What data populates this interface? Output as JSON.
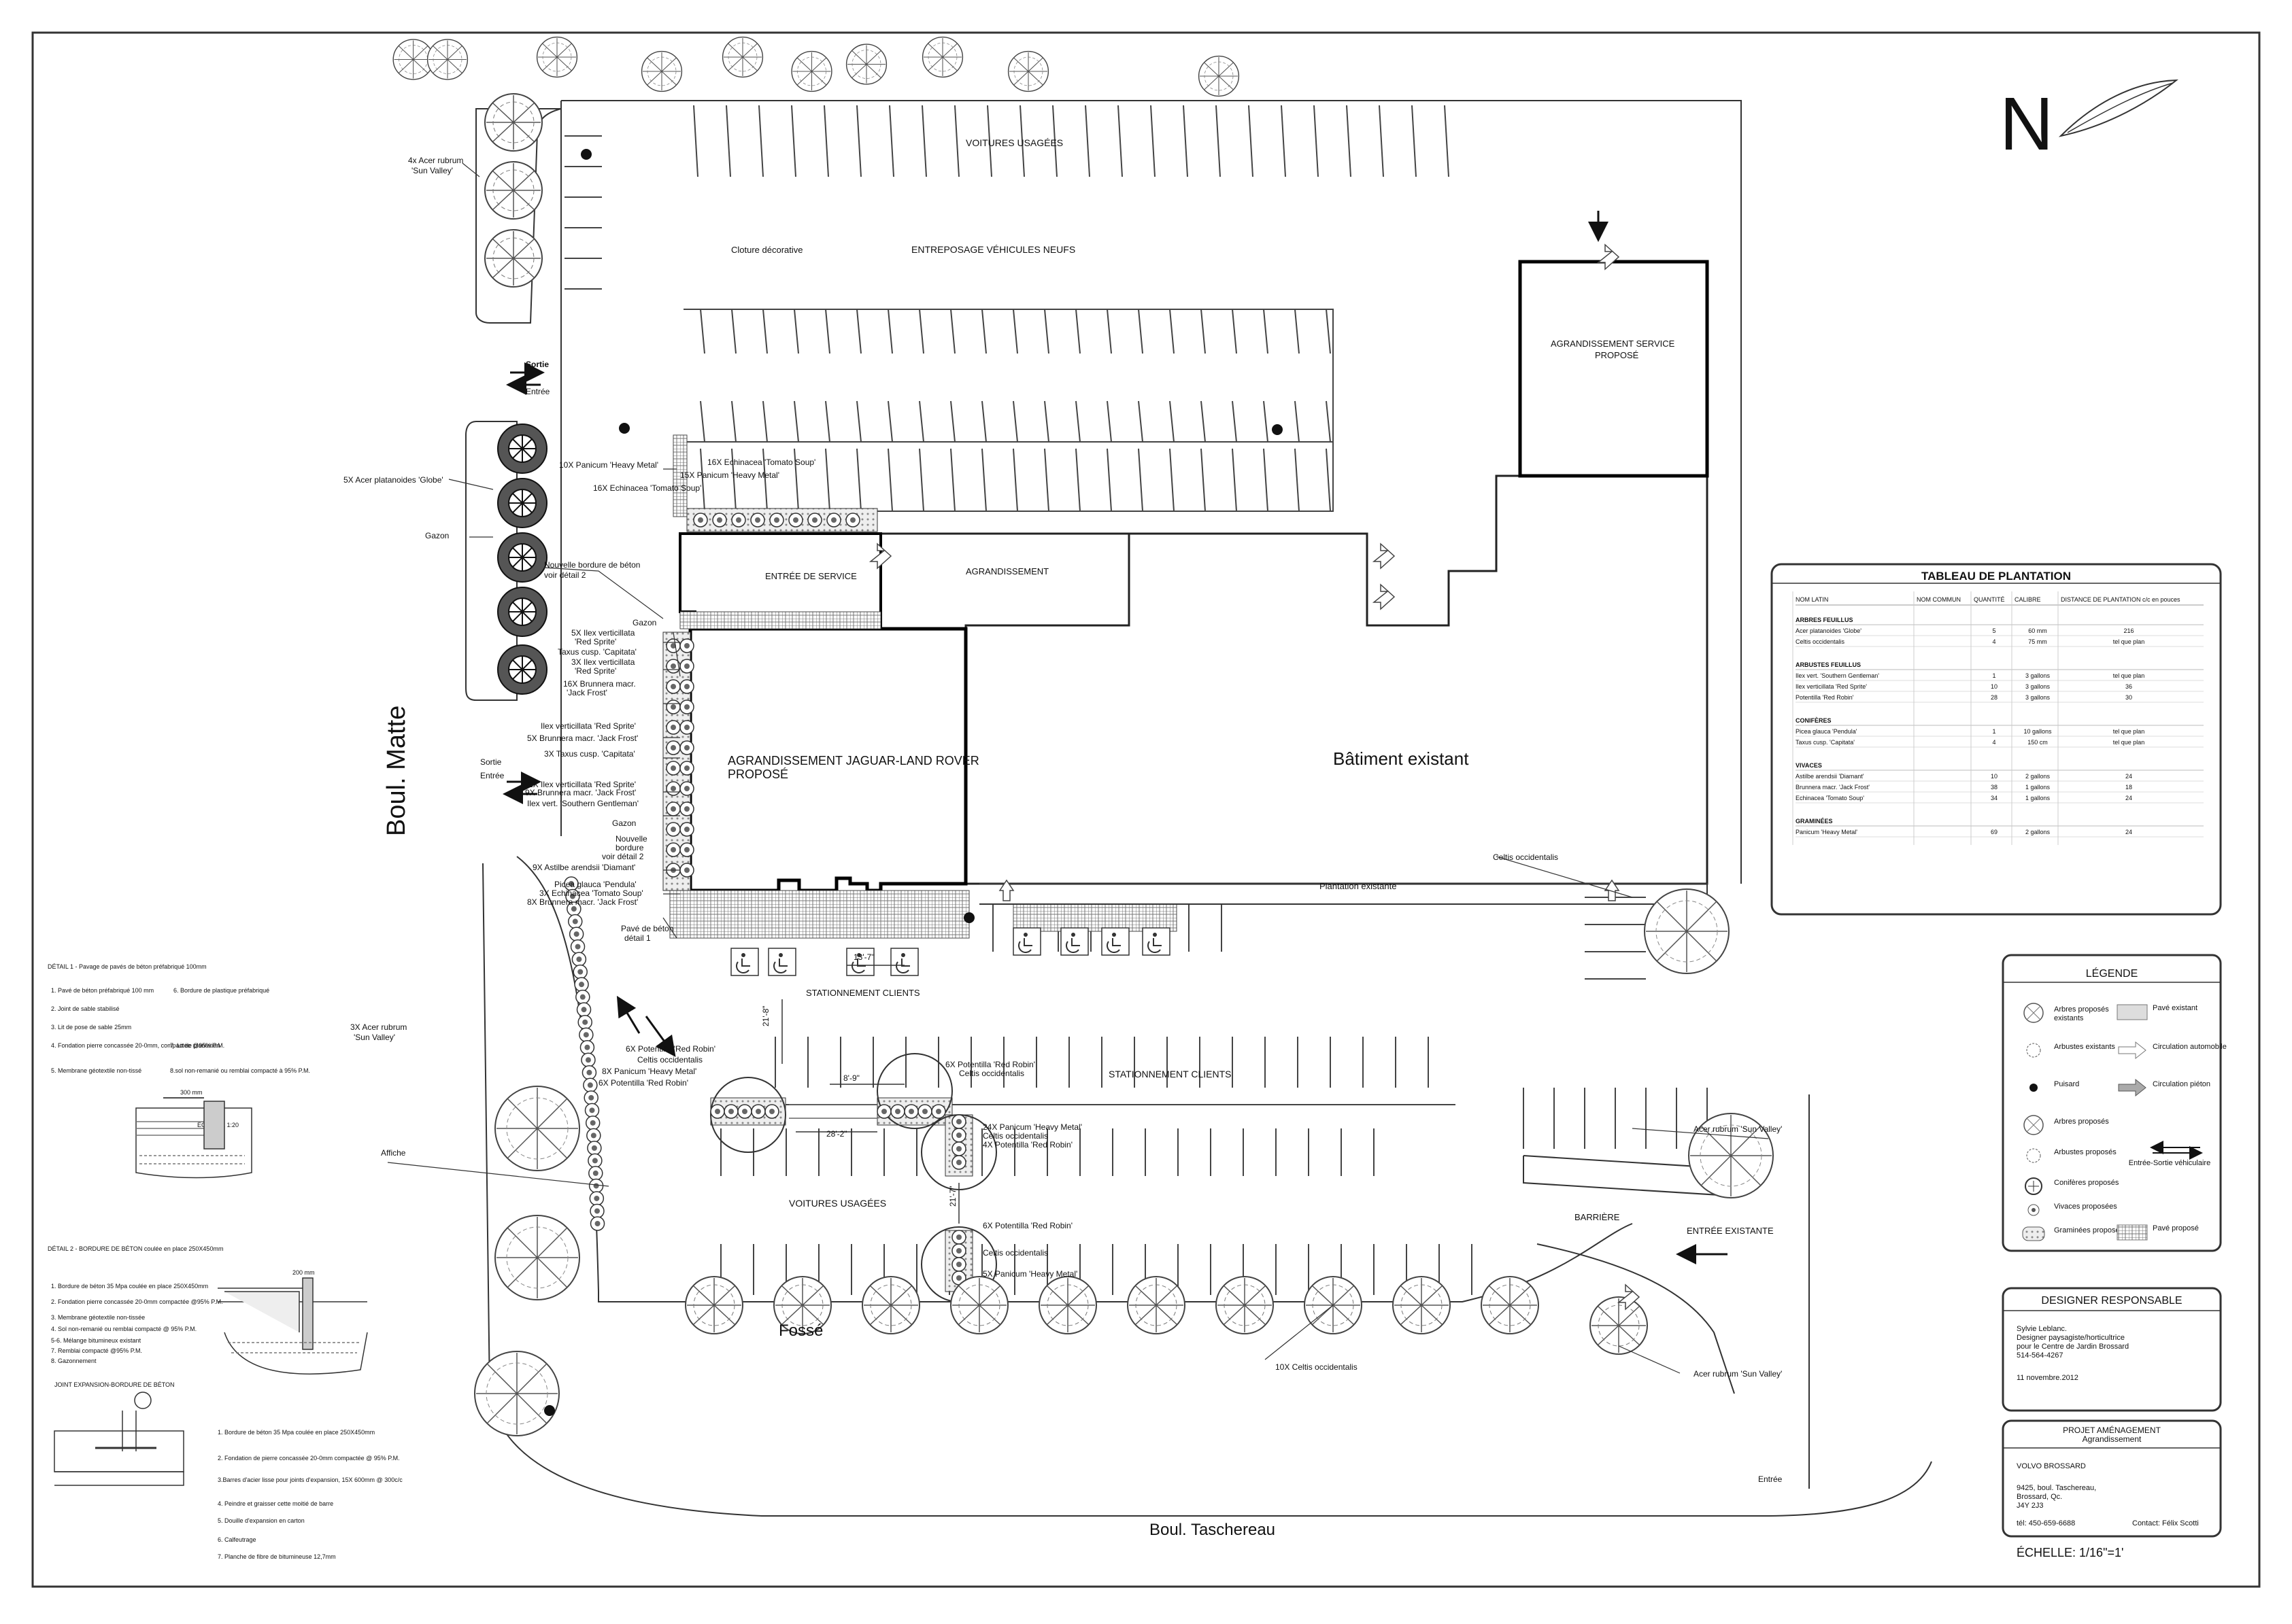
{
  "north": {
    "letter": "N"
  },
  "streets": {
    "matte": "Boul. Matte",
    "taschereau": "Boul. Taschereau"
  },
  "zones": {
    "used_cars_top": "VOITURES USAGÉES",
    "new_storage": "ENTREPOSAGE VÉHICULES NEUFS",
    "fence": "Cloture décorative",
    "service_expansion": "AGRANDISSEMENT SERVICE",
    "service_expansion_2": "PROPOSÉ",
    "service_entrance": "ENTRÉE DE SERVICE",
    "expansion": "AGRANDISSEMENT",
    "jlr_1": "AGRANDISSEMENT JAGUAR-LAND ROVER",
    "jlr_2": "PROPOSÉ",
    "existing_building": "Bâtiment existant",
    "existing_planting": "Plantation existante",
    "client_parking_1": "STATIONNEMENT CLIENTS",
    "client_parking_2": "STATIONNEMENT CLIENTS",
    "used_cars_bottom": "VOITURES USAGÉES",
    "fosse": "Fossé",
    "barrier": "BARRIÈRE",
    "existing_entrance": "ENTRÉE EXISTANTE",
    "entrance": "Entrée",
    "exit_top": "Sortie",
    "entree_top": "Entrée",
    "exit_mid": "Sortie",
    "entree_mid": "Entrée",
    "sign": "Affiche",
    "dim_1": "13'-7\"",
    "dim_2": "21'-8\"",
    "dim_3": "8'-9\"",
    "dim_4": "28'-2\"",
    "dim_5": "21'-7\""
  },
  "labels": {
    "acer_sun_valley_tl_1": "4x Acer rubrum",
    "acer_sun_valley_tl_2": "'Sun Valley'",
    "acer_globe": "5X Acer platanoides 'Globe'",
    "gazon_1": "Gazon",
    "new_border_1a": "Nouvelle bordure de béton",
    "new_border_1b": "voir détail 2",
    "panicum_10": "10X Panicum 'Heavy Metal'",
    "echinacea_16a": "16X Echinacea 'Tomato Soup'",
    "panicum_15": "15X Panicum 'Heavy Metal'",
    "echinacea_16b": "16X Echinacea 'Tomato Soup'",
    "gazon_2": "Gazon",
    "ilex_5a": "5X Ilex verticillata",
    "ilex_5b": "'Red Sprite'",
    "taxus_a": "Taxus cusp. 'Capitata'",
    "ilex_3a": "3X Ilex verticillata",
    "ilex_3b": "'Red Sprite'",
    "brunnera_16a": "16X Brunnera macr.",
    "brunnera_16b": "'Jack Frost'",
    "ilex_rs": "Ilex verticillata 'Red Sprite'",
    "brunnera_5": "5X Brunnera macr. 'Jack Frost'",
    "taxus_3": "3X Taxus cusp. 'Capitata'",
    "ilex_2": "2X Ilex verticillata 'Red Sprite'",
    "brunnera_9": "9X Brunnera macr. 'Jack Frost'",
    "ilex_sg": "Ilex vert. 'Southern Gentleman'",
    "gazon_3": "Gazon",
    "new_border_2a": "Nouvelle",
    "new_border_2b": "bordure",
    "new_border_2c": "voir détail 2",
    "astilbe_9": "9X Astilbe arendsii 'Diamant'",
    "picea": "Picea glauca 'Pendula'",
    "echinacea_3": "3X Echinacea 'Tomato Soup'",
    "brunnera_8": "8X Brunnera macr. 'Jack Frost'",
    "paver_1": "Pavé de béton",
    "paver_2": "détail 1",
    "celtis_1": "Celtis occidentalis",
    "acer_sun_valley_l_1": "3X Acer rubrum",
    "acer_sun_valley_l_2": "'Sun Valley'",
    "pot_6a": "6X Potentilla 'Red Robin'",
    "celtis_2": "Celtis occidentalis",
    "pan_8": "8X Panicum 'Heavy Metal'",
    "pot_6b": "6X Potentilla 'Red Robin'",
    "pot_6c": "6X Potentilla 'Red Robin'",
    "celtis_3": "Celtis occidentalis",
    "pan_24": "24X Panicum 'Heavy Metal'",
    "celtis_4": "Celtis occidentalis",
    "pot_4": "4X Potentilla 'Red Robin'",
    "pot_6d": "6X Potentilla 'Red Robin'",
    "celtis_5": "Celtis occidentalis",
    "pan_5": "5X Panicum 'Heavy Metal'",
    "celtis_10": "10X Celtis occidentalis",
    "acer_r1": "Acer rubrum 'Sun Valley'",
    "acer_r2": "Acer rubrum 'Sun Valley'"
  },
  "details": {
    "d1_title": "DÉTAIL 1 - Pavage de pavés de béton préfabriqué 100mm",
    "d1_items": [
      "1. Pavé de béton préfabriqué 100 mm",
      "6. Bordure de plastique préfabriqué",
      "2. Joint de sable stabilisé",
      "3. Lit de pose de sable 25mm",
      "4. Fondation pierre concassée 20-0mm, compactée @95% P.M.",
      "7. Lit de plantation",
      "5. Membrane géotextile non-tissé",
      "8.sol non-remanié ou remblai compacté à 95% P.M."
    ],
    "d1_scale": "ÉCHELLE 1:20",
    "d1_dim": "300 mm",
    "d2_title": "DÉTAIL 2 - BORDURE DE BÉTON coulée en place 250X450mm",
    "d2_items": [
      "1. Bordure de béton 35 Mpa coulée en place 250X450mm",
      "2. Fondation pierre concassée 20-0mm compactée @95% P.M.",
      "3. Membrane géotextile non-tissée",
      "4. Sol non-remanié ou remblai compacté @ 95% P.M.",
      "5-6. Mélange bitumineux existant",
      "7. Remblai compacté @95% P.M.",
      "8. Gazonnement"
    ],
    "d2_dim": "200 mm",
    "d3_title": "JOINT EXPANSION-BORDURE DE BÉTON",
    "d3_items": [
      "1. Bordure de béton 35 Mpa coulée en place 250X450mm",
      "2. Fondation de pierre concassée 20-0mm compactée @ 95% P.M.",
      "3.Barres d'acier lisse pour joints d'expansion, 15X 600mm @ 300c/c",
      "4. Peindre et graisser cette moitié de barre",
      "5. Douille d'expansion en carton",
      "6. Calfeutrage",
      "7. Planche de fibre de bitumineuse 12,7mm"
    ]
  },
  "plant_table": {
    "title": "TABLEAU DE PLANTATION",
    "headers": [
      "NOM LATIN",
      "NOM COMMUN",
      "QUANTITÉ",
      "CALIBRE",
      "DISTANCE DE PLANTATION c/c en pouces"
    ],
    "sections": [
      {
        "name": "ARBRES FEUILLUS",
        "rows": [
          [
            "Acer platanoides 'Globe'",
            "",
            "5",
            "60 mm",
            "216"
          ],
          [
            "Celtis occidentalis",
            "",
            "4",
            "75 mm",
            "tel que plan"
          ]
        ]
      },
      {
        "name": "ARBUSTES FEUILLUS",
        "rows": [
          [
            "Ilex vert. 'Southern Gentleman'",
            "",
            "1",
            "3 gallons",
            "tel que plan"
          ],
          [
            "Ilex verticillata 'Red Sprite'",
            "",
            "10",
            "3 gallons",
            "36"
          ],
          [
            "Potentilla 'Red Robin'",
            "",
            "28",
            "3 gallons",
            "30"
          ]
        ]
      },
      {
        "name": "CONIFÈRES",
        "rows": [
          [
            "Picea glauca 'Pendula'",
            "",
            "1",
            "10 gallons",
            "tel que plan"
          ],
          [
            "Taxus cusp. 'Capitata'",
            "",
            "4",
            "150 cm",
            "tel que plan"
          ]
        ]
      },
      {
        "name": "VIVACES",
        "rows": [
          [
            "Astilbe arendsii 'Diamant'",
            "",
            "10",
            "2 gallons",
            "24"
          ],
          [
            "Brunnera macr. 'Jack Frost'",
            "",
            "38",
            "1 gallons",
            "18"
          ],
          [
            "Echinacea 'Tomato Soup'",
            "",
            "34",
            "1 gallons",
            "24"
          ]
        ]
      },
      {
        "name": "GRAMINÉES",
        "rows": [
          [
            "Panicum 'Heavy Metal'",
            "",
            "69",
            "2 gallons",
            "24"
          ]
        ]
      }
    ]
  },
  "legend": {
    "title": "LÉGENDE",
    "items": [
      "Arbres proposés existants",
      "Pavé existant",
      "Arbustes existants",
      "Circulation automobile",
      "Puisard",
      "Circulation piéton",
      "Arbres proposés",
      "Arbustes proposés",
      "Entrée-Sortie véhiculaire",
      "Conifères proposés",
      "Vivaces proposées",
      "Graminées proposées",
      "Pavé proposé"
    ]
  },
  "designer": {
    "title": "DESIGNER RESPONSABLE",
    "lines": [
      "Sylvie Leblanc.",
      "Designer paysagiste/horticultrice",
      "pour le Centre de Jardin Brossard",
      "514-564-4267",
      "11 novembre.2012"
    ]
  },
  "project": {
    "title_1": "PROJET AMÉNAGEMENT",
    "title_2": "Agrandissement",
    "client": "VOLVO BROSSARD",
    "address_1": "9425, boul. Taschereau,",
    "address_2": "Brossard, Qc.",
    "address_3": "J4Y 2J3",
    "phone": "tél: 450-659-6688",
    "contact": "Contact: Félix Scotti",
    "scale": "ÉCHELLE: 1/16\"=1'"
  }
}
